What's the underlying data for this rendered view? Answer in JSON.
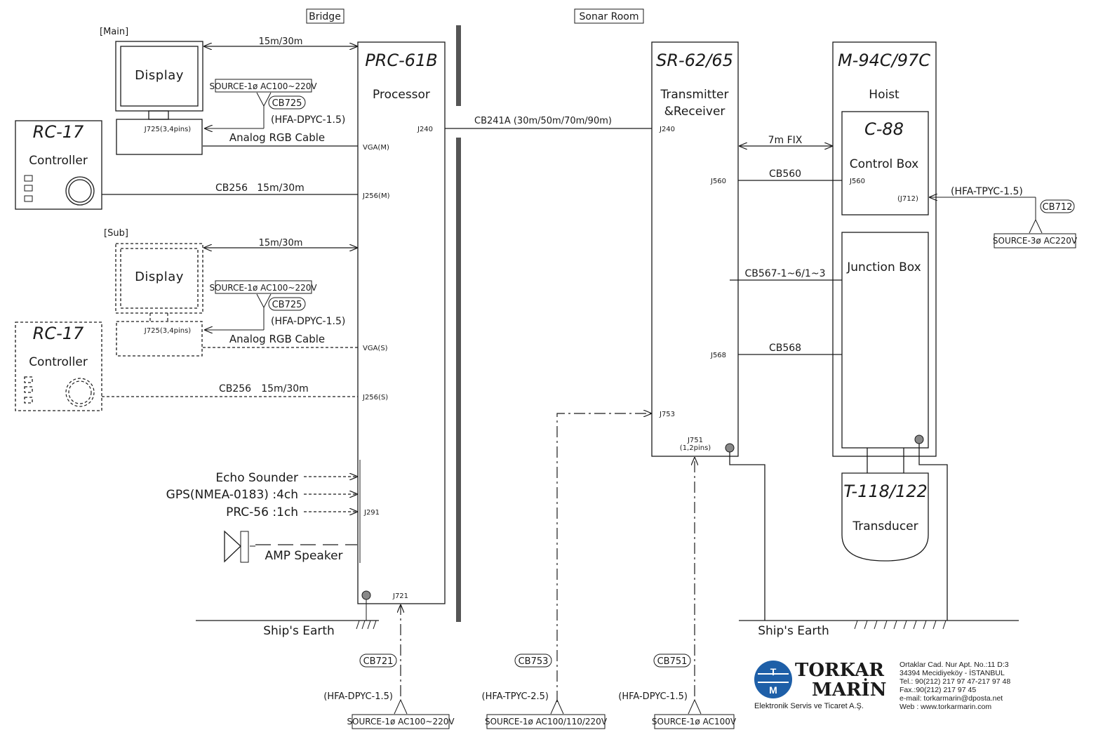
{
  "areas": {
    "bridge": "Bridge",
    "sonar_room": "Sonar Room"
  },
  "main_label": "[Main]",
  "sub_label": "[Sub]",
  "display_main": "Display",
  "display_sub": "Display",
  "rc17_main": {
    "model": "RC-17",
    "name": "Controller"
  },
  "rc17_sub": {
    "model": "RC-17",
    "name": "Controller"
  },
  "processor": {
    "model": "PRC-61B",
    "name": "Processor"
  },
  "txrx": {
    "model": "SR-62/65",
    "name_line1": "Transmitter",
    "name_line2": "&Receiver"
  },
  "hoist": {
    "model": "M-94C/97C",
    "name": "Hoist"
  },
  "control_box": {
    "model": "C-88",
    "name": "Control Box",
    "j560": "J560",
    "j712": "(J712)"
  },
  "junction_box": {
    "name": "Junction Box"
  },
  "transducer": {
    "model": "T-118/122",
    "name": "Transducer"
  },
  "cables": {
    "main_display_len": "15m/30m",
    "sub_display_len": "15m/30m",
    "source_main": "SOURCE-1ø AC100~220V",
    "source_sub": "SOURCE-1ø AC100~220V",
    "cb725_main": "CB725",
    "cb725_sub": "CB725",
    "hfa_dpyc_main": "(HFA-DPYC-1.5)",
    "hfa_dpyc_sub": "(HFA-DPYC-1.5)",
    "j725_main": "J725(3,4pins)",
    "j725_sub": "J725(3,4pins)",
    "rgb_main": "Analog RGB Cable",
    "rgb_sub": "Analog RGB Cable",
    "cb256_main": "CB256",
    "cb256_main_len": "15m/30m",
    "cb256_sub": "CB256",
    "cb256_sub_len": "15m/30m",
    "cb241a": "CB241A (30m/50m/70m/90m)",
    "fix7m": "7m FIX",
    "cb560": "CB560",
    "cb567": "CB567-1~6/1~3",
    "cb568": "CB568",
    "hfa_tpyc_712": "(HFA-TPYC-1.5)",
    "cb712": "CB712",
    "source_712": "SOURCE-3ø AC220V",
    "cb721": "CB721",
    "hfa_721": "(HFA-DPYC-1.5)",
    "source_721": "SOURCE-1ø AC100~220V",
    "cb753": "CB753",
    "hfa_753": "(HFA-TPYC-2.5)",
    "source_753": "SOURCE-1ø AC100/110/220V",
    "cb751": "CB751",
    "hfa_751": "(HFA-DPYC-1.5)",
    "source_751": "SOURCE-1ø AC100V"
  },
  "ports": {
    "vga_m": "VGA(M)",
    "j256_m": "J256(M)",
    "vga_s": "VGA(S)",
    "j256_s": "J256(S)",
    "j291": "J291",
    "j721": "J721",
    "j240_proc": "J240",
    "j240_tx": "J240",
    "j560_tx": "J560",
    "j568": "J568",
    "j753": "J753",
    "j751": "J751",
    "j751_pins": "(1,2pins)"
  },
  "inputs": {
    "echo": "Echo Sounder",
    "gps": "GPS(NMEA-0183) :4ch",
    "prc56": "PRC-56 :1ch",
    "amp": "AMP Speaker"
  },
  "earth_left": "Ship's Earth",
  "earth_right": "Ship's Earth",
  "company": {
    "name1": "TORKAR",
    "name2": "MARİN",
    "tagline": "Elektronik Servis ve Ticaret A.Ş.",
    "addr1": "Ortaklar Cad. Nur Apt. No.:11  D:3",
    "addr2": "34394    Mecidiyeköy - İSTANBUL",
    "tel": "Tel.: 90(212) 217 97 47-217 97 48",
    "fax": "Fax.:90(212) 217 97 45",
    "email": "e-mail: torkarmarin@dposta.net",
    "web": "Web  :  www.torkarmarin.com",
    "brand_color": "#1e5fa8"
  }
}
